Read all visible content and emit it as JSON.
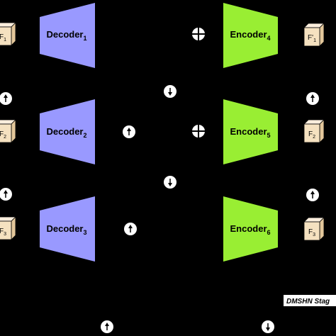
{
  "colors": {
    "background": "#000000",
    "decoder_fill": "#9999ff",
    "encoder_fill": "#99ee33",
    "cube_front": "#f5e1c0",
    "cube_top": "#fbeedd",
    "cube_side": "#e3c79b",
    "stage_label_bg": "#ffffff",
    "op_circle": "#ffffff"
  },
  "decoders": [
    {
      "name": "Decoder",
      "sub": "1"
    },
    {
      "name": "Decoder",
      "sub": "2"
    },
    {
      "name": "Decoder",
      "sub": "3"
    }
  ],
  "encoders": [
    {
      "name": "Encoder",
      "sub": "4"
    },
    {
      "name": "Encoder",
      "sub": "5"
    },
    {
      "name": "Encoder",
      "sub": "6"
    }
  ],
  "left_features": [
    {
      "name": "F",
      "sub": "1"
    },
    {
      "name": "F",
      "sub": "2"
    },
    {
      "name": "F",
      "sub": "3"
    }
  ],
  "right_features": [
    {
      "name": "F'",
      "sub": "1"
    },
    {
      "name": "F",
      "sub": "2"
    },
    {
      "name": "F",
      "sub": "3"
    }
  ],
  "stage_label": "DMSHN Stag",
  "icons": {
    "upsample": "up-arrow-icon",
    "downsample": "down-arrow-icon",
    "sum": "circle-plus-icon"
  }
}
